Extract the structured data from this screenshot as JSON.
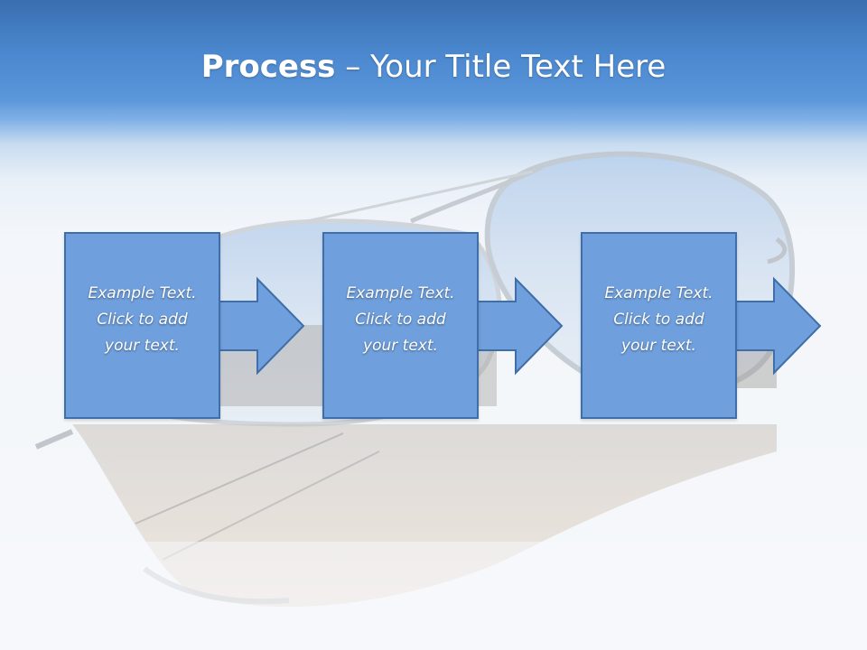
{
  "slide": {
    "title_bold": "Process",
    "title_rest": " – Your Title Text Here"
  },
  "steps": [
    {
      "text": "Example Text.\nClick  to add\nyour text."
    },
    {
      "text": "Example Text.\nClick  to add\nyour text."
    },
    {
      "text": "Example Text.\nClick  to add\nyour text."
    }
  ],
  "colors": {
    "header": "#4b88cf",
    "box_fill": "#6f9fdc",
    "box_stroke": "#3f6ea8",
    "arrow_fill": "#6f9fdc"
  },
  "background_image": {
    "icon": "aviator-sunglasses-reflection"
  }
}
